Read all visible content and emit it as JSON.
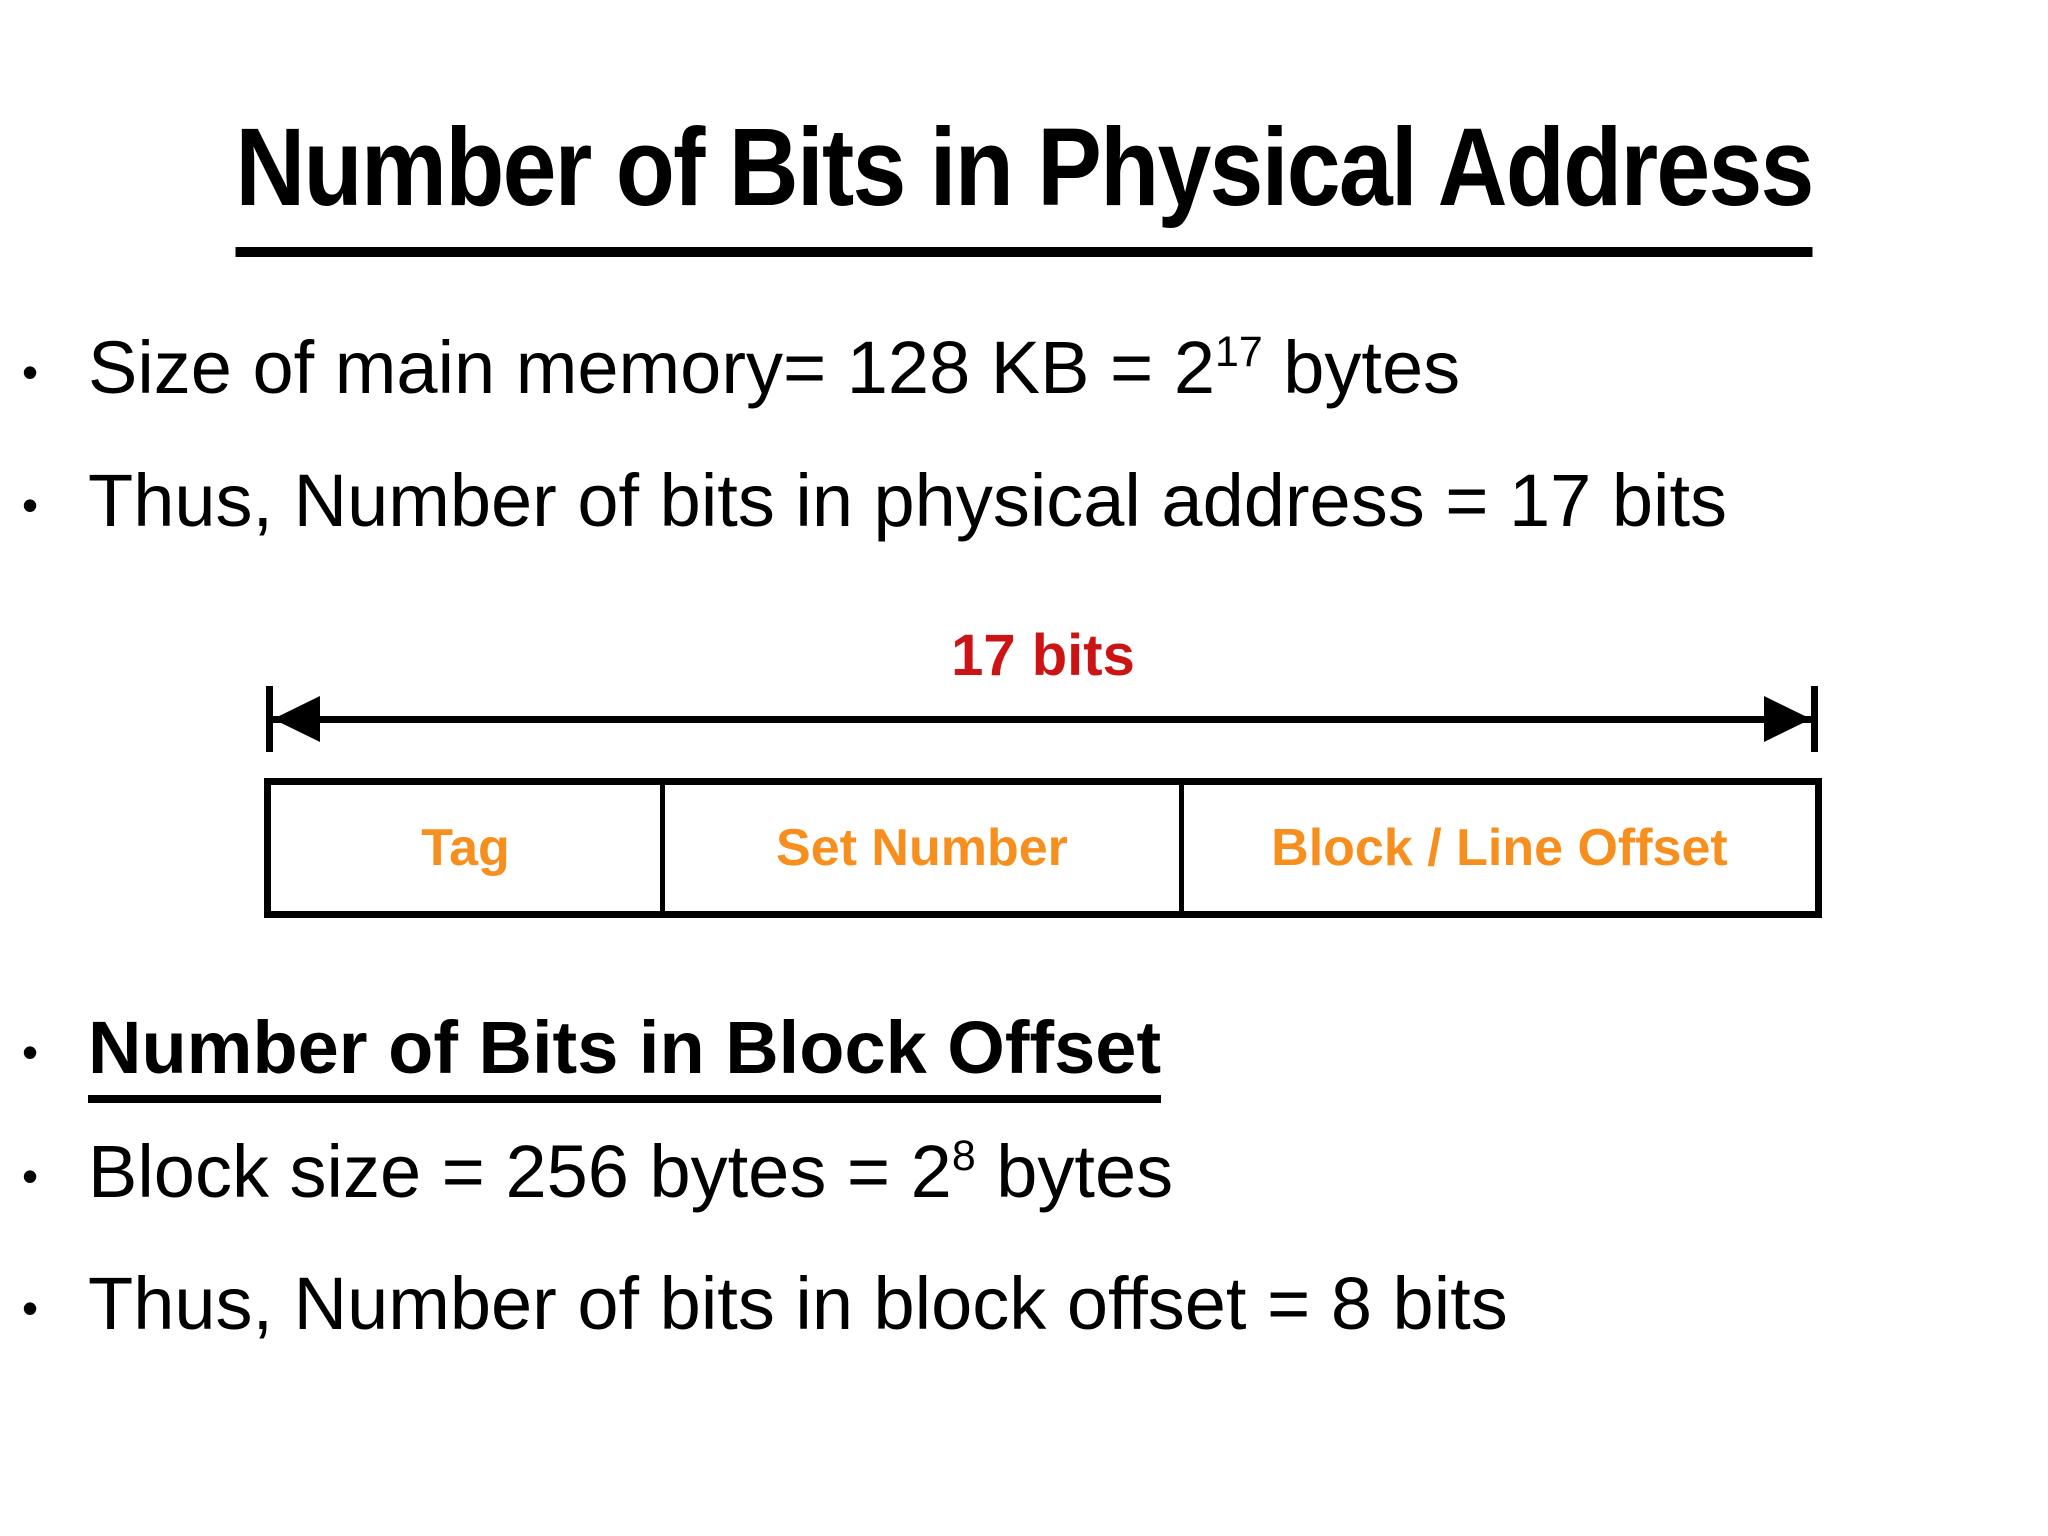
{
  "slide": {
    "title": "Number of Bits in Physical Address",
    "bullet_char": "•",
    "bullets": [
      {
        "pre": "Size of main memory= 128 KB = 2",
        "sup": "17",
        "post": " bytes"
      },
      {
        "text": "Thus, Number of bits in physical address = 17 bits"
      },
      {
        "text": "Number of Bits in Block Offset"
      },
      {
        "pre": "Block size = 256 bytes = 2",
        "sup": "8",
        "post": " bytes"
      },
      {
        "text": "Thus, Number of bits in block offset = 8 bits"
      }
    ],
    "diagram": {
      "width_label": "17 bits",
      "fields": [
        "Tag",
        "Set Number",
        "Block / Line Offset"
      ]
    },
    "colors": {
      "width_label_red": "#cd1414",
      "field_label_orange": "#f78f1e",
      "line_black": "#000000",
      "background": "#ffffff",
      "text_black": "#000000"
    }
  }
}
